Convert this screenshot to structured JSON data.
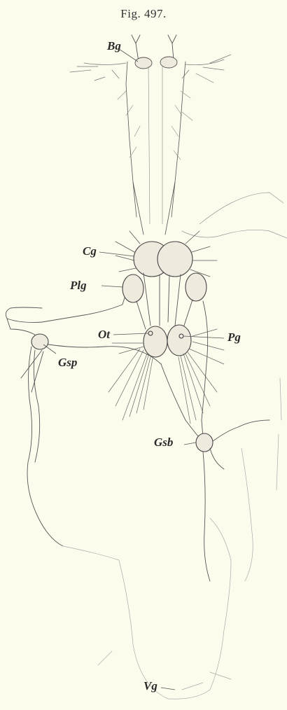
{
  "figure": {
    "title": "Fig. 497."
  },
  "labels": {
    "bg": "Bg",
    "cg": "Cg",
    "plg": "Plg",
    "ot": "Ot",
    "pg": "Pg",
    "gsp": "Gsp",
    "gsb": "Gsb",
    "vg": "Vg"
  },
  "colors": {
    "background": "#fdfbec",
    "ink": "#444444",
    "ganglion_fill": "#eeeade"
  }
}
